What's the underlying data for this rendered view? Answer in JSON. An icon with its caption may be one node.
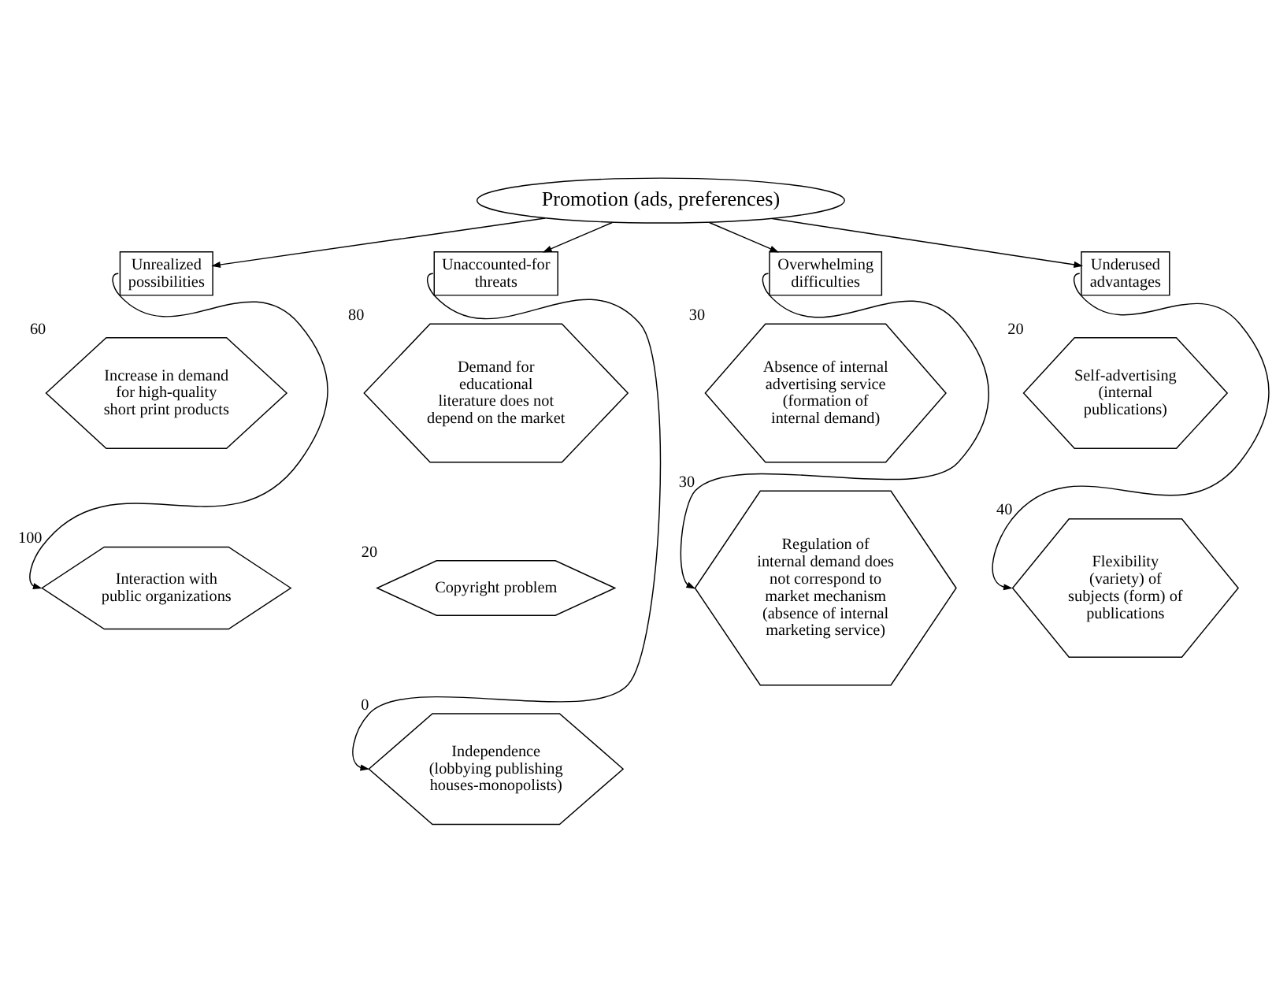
{
  "diagram": {
    "nodes": [
      {
        "text": [
          "Promotion (ads, preferences)"
        ]
      },
      {
        "text": [
          "Unrealized possibilities"
        ]
      },
      {
        "text": [
          "Increase in demand for high-quality short print products"
        ],
        "beside": [
          "60"
        ]
      },
      {
        "text": [
          "Interaction with public organizations"
        ],
        "beside": [
          "100"
        ]
      },
      {
        "text": [
          "Unaccounted-for threats"
        ]
      },
      {
        "text": [
          "Demand for educational literature does not depend on the market"
        ],
        "beside": [
          "80"
        ]
      },
      {
        "text": [
          "Copyright problem"
        ],
        "beside": [
          "20"
        ]
      },
      {
        "text": [
          "Independence (lobbying publishing houses-monopolists)"
        ],
        "beside": [
          "0"
        ]
      },
      {
        "text": [
          "Overwhelming difficulties"
        ]
      },
      {
        "text": [
          "Absence of internal advertising service (formation of internal demand)"
        ],
        "beside": [
          "30"
        ]
      },
      {
        "text": [
          "Regulation of internal demand does not correspond to market mechanism (absence of internal marketing service)"
        ],
        "beside": [
          "30"
        ]
      },
      {
        "text": [
          "Underused advantages"
        ]
      },
      {
        "text": [
          "Self-advertising (internal publications)"
        ],
        "beside": [
          "20"
        ]
      },
      {
        "text": [
          "Flexibility (variety) of subjects (form) of publications"
        ],
        "beside": [
          "40"
        ]
      }
    ],
    "edges": [
      {
        "from": 0,
        "to": 1,
        "arrow": "to"
      },
      {
        "from": 0,
        "to": 4,
        "arrow": "to"
      },
      {
        "from": 0,
        "to": 8,
        "arrow": "to"
      },
      {
        "from": 0,
        "to": 11,
        "arrow": "to"
      },
      {
        "from": 1,
        "to": 3,
        "arrow": "to"
      },
      {
        "from": 4,
        "to": 7,
        "arrow": "to"
      },
      {
        "from": 8,
        "to": 10,
        "arrow": "to"
      },
      {
        "from": 11,
        "to": 13,
        "arrow": "to"
      }
    ]
  }
}
